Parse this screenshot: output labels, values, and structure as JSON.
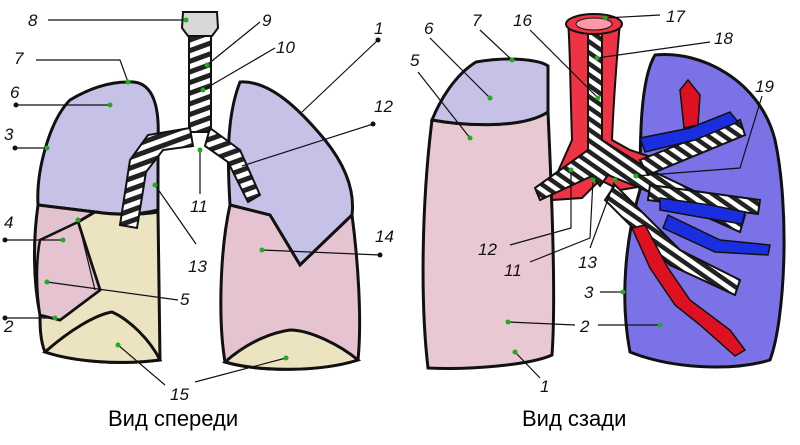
{
  "captions": {
    "front": "Вид спереди",
    "back": "Вид сзади"
  },
  "labels": {
    "front": {
      "n1": "1",
      "n2": "2",
      "n3": "3",
      "n4": "4",
      "n5": "5",
      "n6": "6",
      "n7": "7",
      "n8": "8",
      "n9": "9",
      "n10": "10",
      "n11": "11",
      "n12": "12",
      "n13": "13",
      "n14": "14",
      "n15": "15"
    },
    "back": {
      "n1": "1",
      "n2": "2",
      "n3": "3",
      "n5": "5",
      "n6": "6",
      "n7": "7",
      "n11": "11",
      "n12": "12",
      "n13": "13",
      "n16": "16",
      "n17": "17",
      "n18": "18",
      "n19": "19"
    }
  },
  "colors": {
    "upper_lobe": "#c6c1e6",
    "middle_lobe": "#e2c2cf",
    "lower_lobe": "#e8c9d2",
    "cream_lobe": "#ece4c0",
    "lung_back_right": "#7b72e8",
    "trachea_stripe": "#2a2a2a",
    "aorta": "#ee3344",
    "artery_blue": "#1a2ee0",
    "vein_red": "#dd1122"
  }
}
